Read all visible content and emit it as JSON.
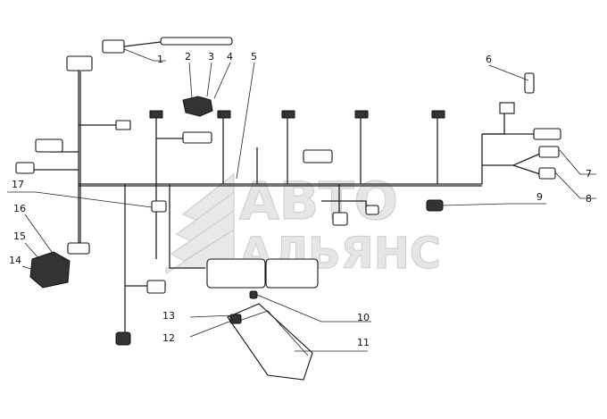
{
  "watermark": {
    "line1": "АВТО",
    "line2": "АЛЬЯНС"
  },
  "callouts": [
    {
      "id": "1",
      "label": "1"
    },
    {
      "id": "2",
      "label": "2"
    },
    {
      "id": "3",
      "label": "3"
    },
    {
      "id": "4",
      "label": "4"
    },
    {
      "id": "5",
      "label": "5"
    },
    {
      "id": "6",
      "label": "6"
    },
    {
      "id": "7",
      "label": "7"
    },
    {
      "id": "8",
      "label": "8"
    },
    {
      "id": "9",
      "label": "9"
    },
    {
      "id": "10",
      "label": "10"
    },
    {
      "id": "11",
      "label": "11"
    },
    {
      "id": "12",
      "label": "12"
    },
    {
      "id": "13",
      "label": "13"
    },
    {
      "id": "14",
      "label": "14"
    },
    {
      "id": "15",
      "label": "15"
    },
    {
      "id": "16",
      "label": "16"
    },
    {
      "id": "17",
      "label": "17"
    }
  ]
}
